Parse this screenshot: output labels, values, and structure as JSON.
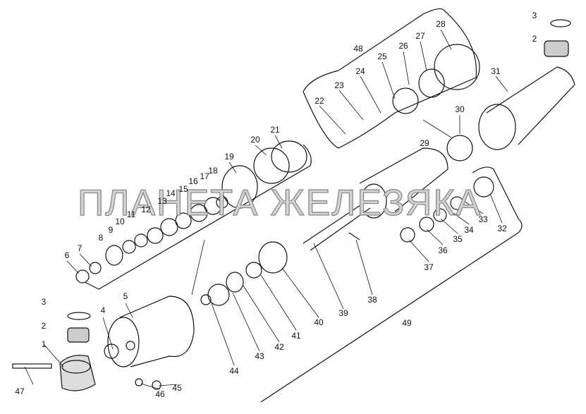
{
  "labels": [
    "1",
    "2",
    "3",
    "4",
    "5",
    "6",
    "7",
    "8",
    "9",
    "10",
    "11",
    "12",
    "13",
    "14",
    "15",
    "16",
    "17",
    "18",
    "19",
    "20",
    "21",
    "22",
    "23",
    "24",
    "25",
    "26",
    "27",
    "28",
    "29",
    "30",
    "31",
    "32",
    "33",
    "34",
    "35",
    "36",
    "37",
    "38",
    "39",
    "40",
    "41",
    "42",
    "43",
    "44",
    "45",
    "46",
    "47",
    "48",
    "49",
    "2",
    "3"
  ],
  "watermark": "ПЛАНЕТА ЖЕЛЕЗЯКА"
}
